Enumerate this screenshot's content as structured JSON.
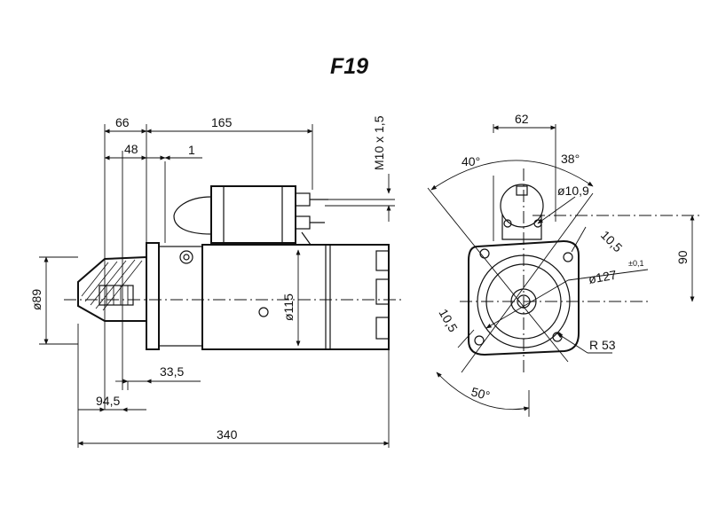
{
  "title": "F19",
  "side_view": {
    "dim_66": "66",
    "dim_165": "165",
    "dim_48": "48",
    "dim_1": "1",
    "dim_thread": "M10 x 1,5",
    "dim_dia89": "ø89",
    "dim_dia115": "ø115",
    "dim_33_5": "33,5",
    "dim_94_5": "94,5",
    "dim_340": "340"
  },
  "front_view": {
    "dim_62": "62",
    "angle_40": "40°",
    "angle_38": "38°",
    "dim_dia10_9": "ø10,9",
    "dim_10_5_top": "10,5",
    "dim_90": "90",
    "dim_dia127": "ø127",
    "dim_tol": "±0,1",
    "dim_10_5_bottom": "10,5",
    "dim_r53": "R 53",
    "angle_50": "50°"
  }
}
